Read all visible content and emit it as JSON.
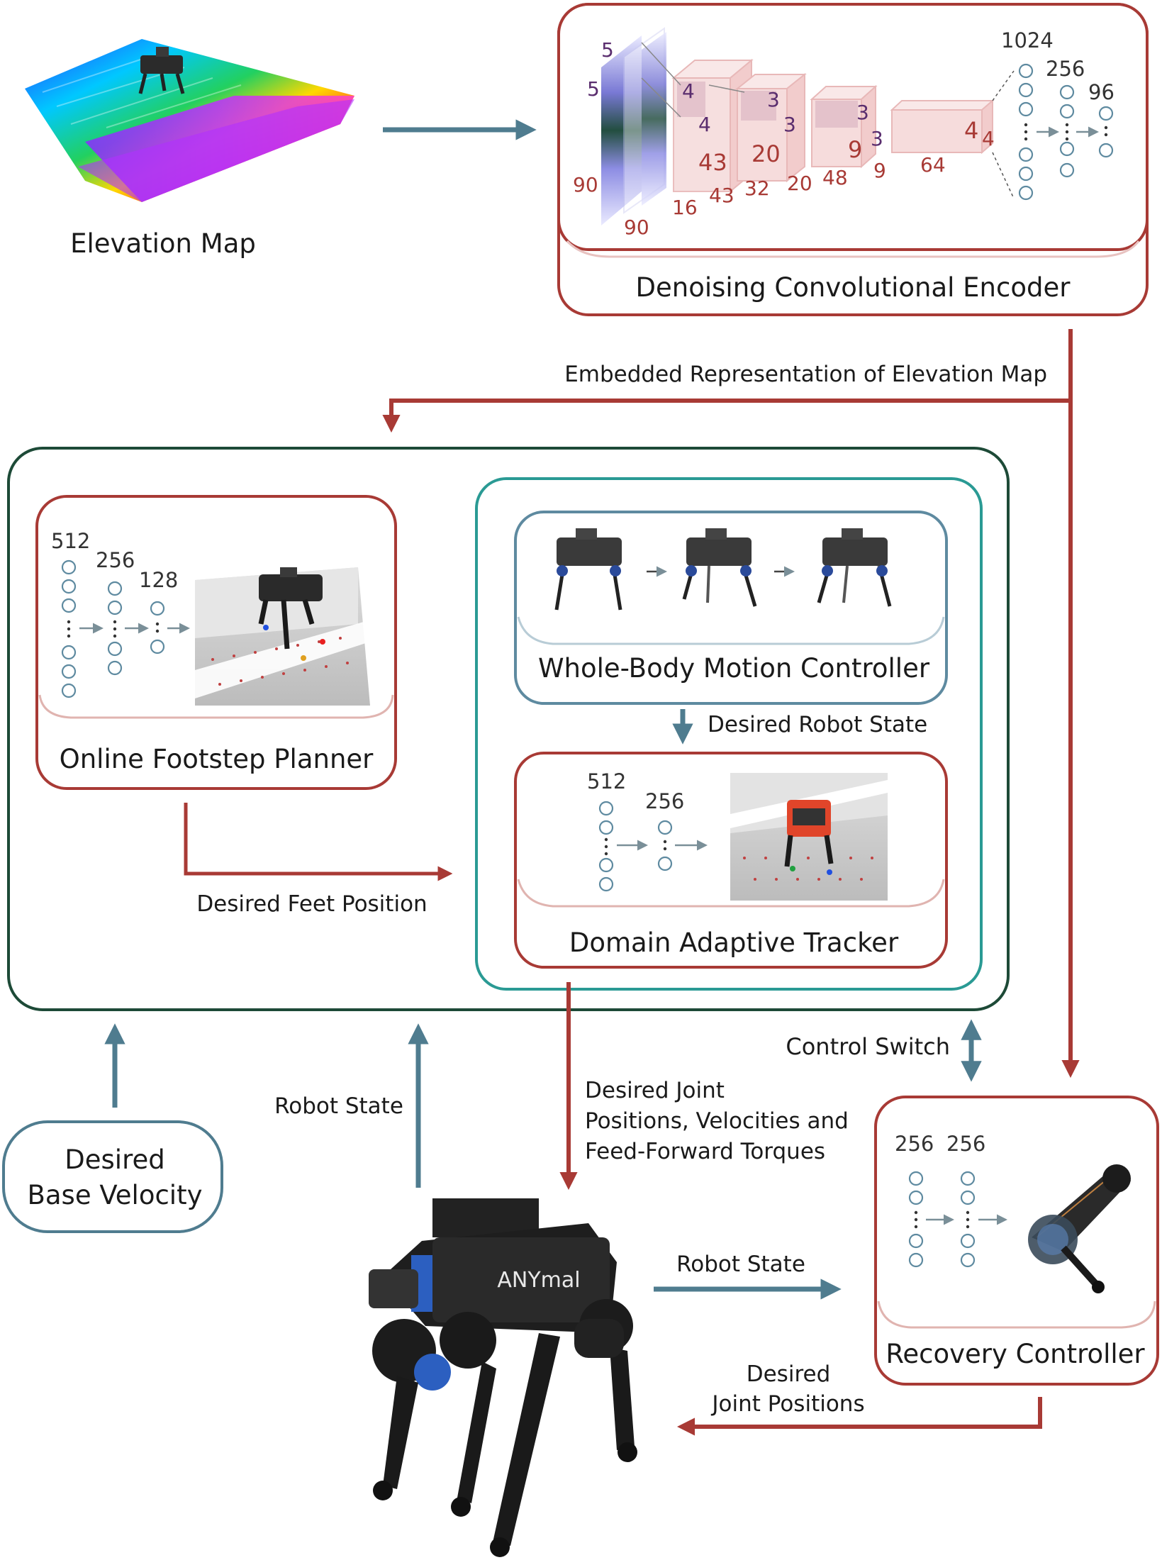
{
  "elevation_map": {
    "label": "Elevation Map"
  },
  "encoder": {
    "title": "Denoising Convolutional Encoder",
    "input_dims": [
      "5",
      "5",
      "90",
      "90"
    ],
    "conv1_dims": [
      "4",
      "4",
      "43",
      "16",
      "43"
    ],
    "conv2_dims": [
      "3",
      "3",
      "20",
      "32",
      "20"
    ],
    "conv3_dims": [
      "3",
      "3",
      "9",
      "48",
      "9"
    ],
    "conv4_dims": [
      "4",
      "4",
      "64"
    ],
    "fc_sizes": [
      "1024",
      "256",
      "96"
    ]
  },
  "embedded_label": "Embedded Representation of Elevation Map",
  "footstep_planner": {
    "title": "Online Footstep Planner",
    "sizes": [
      "512",
      "256",
      "128"
    ]
  },
  "wbc": {
    "title": "Whole-Body Motion Controller"
  },
  "desired_robot_state": "Desired Robot State",
  "tracker": {
    "title": "Domain Adaptive Tracker",
    "sizes": [
      "512",
      "256"
    ]
  },
  "desired_feet_position": "Desired Feet Position",
  "control_switch": "Control Switch",
  "robot_state_left": "Robot State",
  "desired_joint_cmd": [
    "Desired Joint",
    "Positions, Velocities and",
    "Feed-Forward Torques"
  ],
  "desired_base_velocity": [
    "Desired",
    "Base Velocity"
  ],
  "robot_state_right": "Robot State",
  "recovery": {
    "title": "Recovery Controller",
    "sizes": [
      "256",
      "256"
    ]
  },
  "desired_joint_positions": [
    "Desired",
    "Joint Positions"
  ],
  "robot_brand": "ANYmal",
  "colors": {
    "red": "#a83a35",
    "blue": "#4f7c8f",
    "dark_green": "#1d4a37",
    "teal": "#2a9a94",
    "steel": "#5e8aa0"
  }
}
